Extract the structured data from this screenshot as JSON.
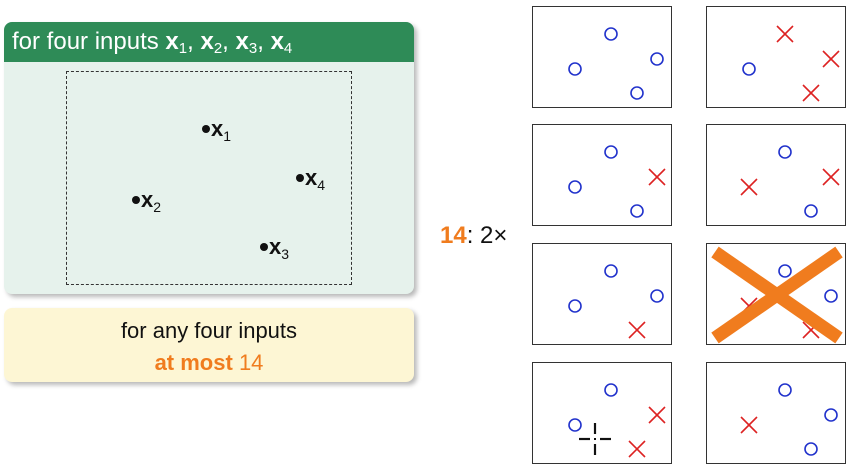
{
  "left": {
    "header": {
      "prefix": "for four inputs ",
      "x": "x",
      "sep": ", ",
      "subs": [
        "1",
        "2",
        "3",
        "4"
      ]
    },
    "points": [
      {
        "label": "x",
        "sub": "1"
      },
      {
        "label": "x",
        "sub": "2"
      },
      {
        "label": "x",
        "sub": "3"
      },
      {
        "label": "x",
        "sub": "4"
      }
    ],
    "note": {
      "line1": "for any four inputs",
      "bold": "at most",
      "value": "14"
    }
  },
  "count": {
    "number": "14",
    "rest": ": 2×"
  },
  "colors": {
    "circle": "#2233cc",
    "cross": "#dd2222",
    "accent": "#f07c1e",
    "header": "#2e8b57"
  },
  "panels": [
    {
      "marks": [
        "o",
        "o",
        "o",
        "o"
      ],
      "crossed": false
    },
    {
      "marks": [
        "o",
        "x",
        "x",
        "x"
      ],
      "crossed": false
    },
    {
      "marks": [
        "o",
        "o",
        "o",
        "x"
      ],
      "crossed": false
    },
    {
      "marks": [
        "x",
        "o",
        "o",
        "x"
      ],
      "crossed": false
    },
    {
      "marks": [
        "o",
        "o",
        "x",
        "o"
      ],
      "crossed": false
    },
    {
      "marks": [
        "x",
        "o",
        "x",
        "o"
      ],
      "crossed": true
    },
    {
      "marks": [
        "o",
        "o",
        "x",
        "x"
      ],
      "crossed": false,
      "cursor": true
    },
    {
      "marks": [
        "x",
        "o",
        "o",
        "o"
      ],
      "crossed": false
    }
  ]
}
